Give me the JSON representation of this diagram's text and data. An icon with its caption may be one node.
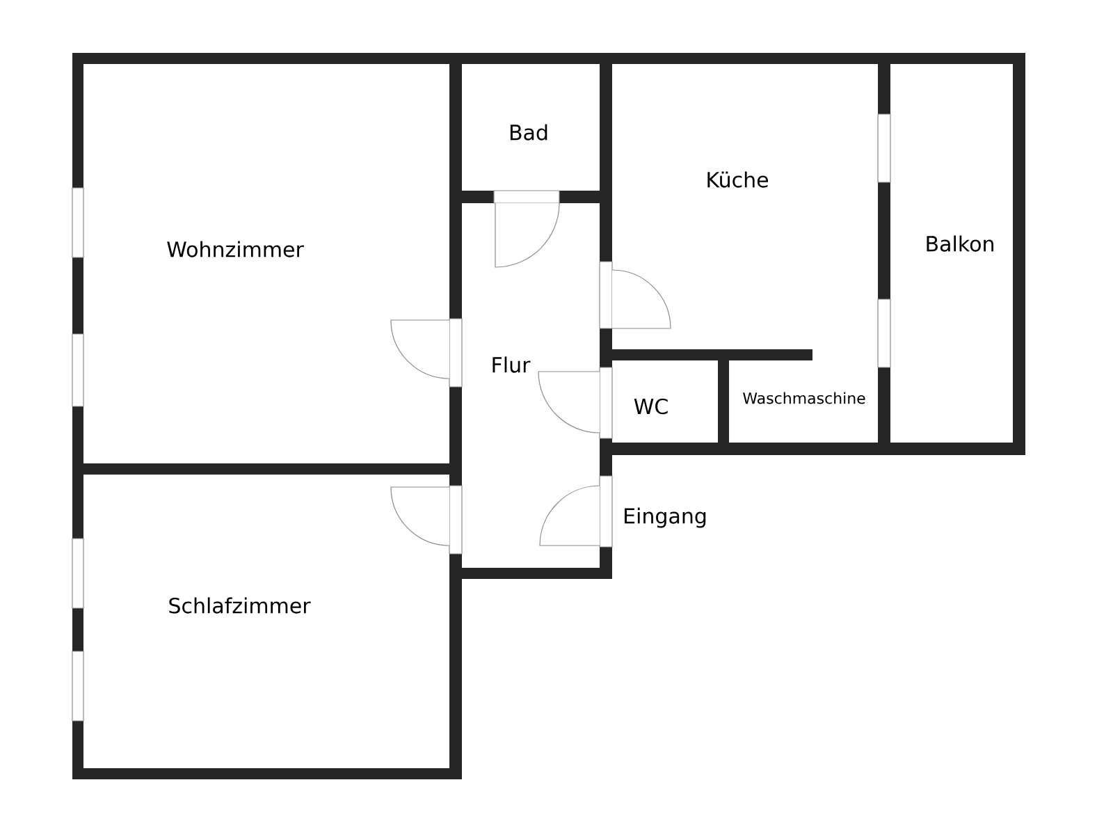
{
  "diagram": {
    "nodes": [
      {
        "text": [
          "Wohnzimmer"
        ]
      },
      {
        "text": [
          "Bad"
        ]
      },
      {
        "text": [
          "Küche"
        ]
      },
      {
        "text": [
          "Balkon"
        ]
      },
      {
        "text": [
          "Flur"
        ]
      },
      {
        "text": [
          "WC"
        ]
      },
      {
        "text": [
          "Waschmaschine"
        ]
      },
      {
        "text": [
          "Schlafzimmer"
        ]
      }
    ],
    "labels": [
      "Eingang"
    ]
  }
}
